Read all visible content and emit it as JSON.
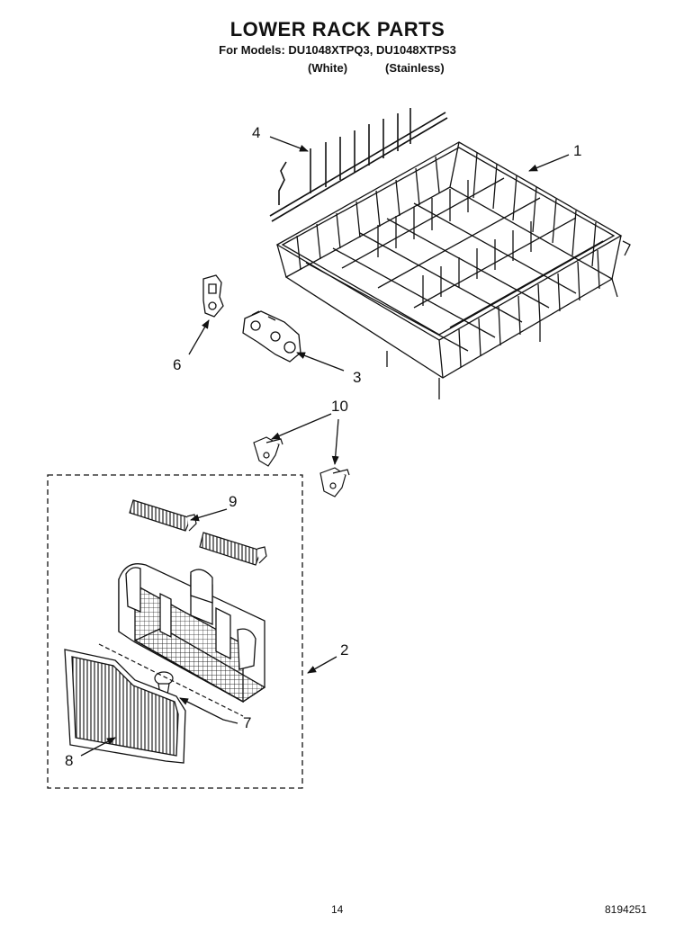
{
  "header": {
    "title": "LOWER RACK PARTS",
    "models": "For Models: DU1048XTPQ3, DU1048XTPS3",
    "variant_white": "(White)",
    "variant_stainless": "(Stainless)"
  },
  "callouts": {
    "c1": "1",
    "c2": "2",
    "c3": "3",
    "c4": "4",
    "c6": "6",
    "c7": "7",
    "c8": "8",
    "c9": "9",
    "c10": "10"
  },
  "footer": {
    "page_number": "14",
    "doc_number": "8194251"
  }
}
